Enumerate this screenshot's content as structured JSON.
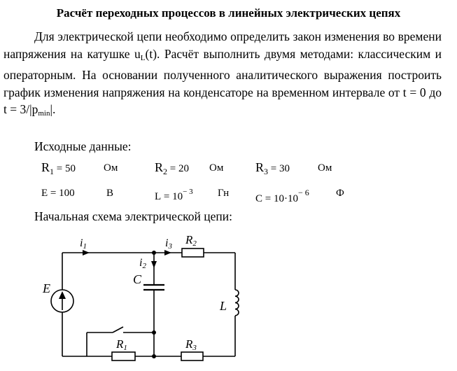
{
  "title": "Расчёт переходных процессов в линейных электрических цепях",
  "task": {
    "part1": "Для электрической цепи необходимо определить закон изменения во времени напряжения на катушке u",
    "sub1": "L",
    "part2": "(t). Расчёт выполнить двумя методами: классическим и операторным. На основании полученного аналитического выражения построить график изменения напряжения на конденсаторе на временном интервале от t = 0 до t = 3/|p",
    "sub2": "min",
    "part3": "|."
  },
  "initial_label": "Исходные данные:",
  "params": {
    "r1": {
      "sym": "R",
      "idx": "1",
      "val": "=  50",
      "unit": "Ом"
    },
    "r2": {
      "sym": "R",
      "idx": "2",
      "val": "=  20",
      "unit": "Ом"
    },
    "r3": {
      "sym": "R",
      "idx": "3",
      "val": "=  30",
      "unit": "Ом"
    },
    "e": {
      "sym": "E",
      "val": "=  100",
      "unit": "В"
    },
    "l": {
      "sym": "L",
      "val": "=  10",
      "exp": "− 3",
      "unit": "Гн"
    },
    "c": {
      "sym": "C",
      "val": "=  10·10",
      "exp": "− 6",
      "unit": "Ф"
    }
  },
  "scheme_label": "Начальная схема электрической цепи:",
  "circuit": {
    "i1": "i",
    "i1_idx": "1",
    "i2": "i",
    "i2_idx": "2",
    "i3": "i",
    "i3_idx": "3",
    "r1": "R",
    "r1_idx": "1",
    "r2": "R",
    "r2_idx": "2",
    "r3": "R",
    "r3_idx": "3",
    "e": "E",
    "c": "C",
    "l": "L"
  }
}
